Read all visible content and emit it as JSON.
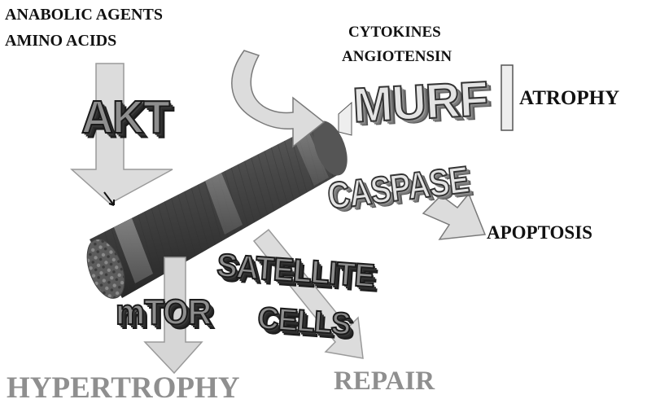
{
  "labels": {
    "inputs_line1": "ANABOLIC AGENTS",
    "inputs_line2": "AMINO ACIDS",
    "cytokines": "CYTOKINES",
    "angiotensin": "ANGIOTENSIN",
    "atrophy": "ATROPHY",
    "apoptosis": "APOPTOSIS",
    "hypertrophy": "HYPERTROPHY",
    "repair": "REPAIR"
  },
  "nodes": {
    "akt": "AKT",
    "murf": "MURF",
    "caspase": "CASPASE",
    "satellite": "SATELLITE",
    "cells": "CELLS",
    "mtor": "mTOR"
  },
  "colors": {
    "arrow_fill": "#dcdcdc",
    "arrow_stroke": "#9a9a9a",
    "fiber_body": "#4a4a4a",
    "outcome_grey": "#8f8f8f",
    "text_dark": "#111111"
  }
}
